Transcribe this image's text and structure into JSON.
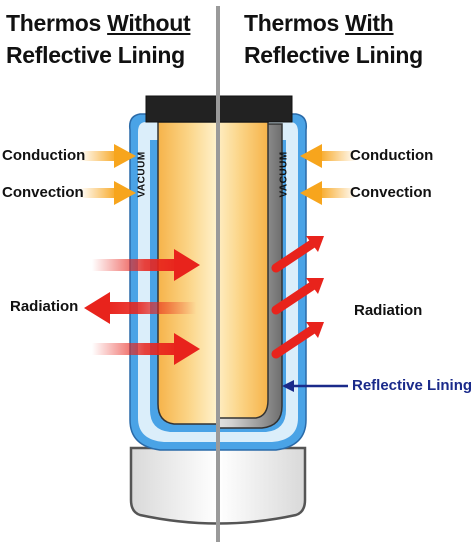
{
  "left": {
    "title_word1": "Thermos",
    "title_emphasis": "Without",
    "title_line2": "Reflective Lining",
    "conduction": "Conduction",
    "convection": "Convection",
    "radiation": "Radiation",
    "vacuum": "VACUUM"
  },
  "right": {
    "title_word1": "Thermos",
    "title_emphasis": "With",
    "title_line2": "Reflective Lining",
    "conduction": "Conduction",
    "convection": "Convection",
    "radiation": "Radiation",
    "reflective_lining": "Reflective Lining",
    "vacuum": "VACUUM"
  },
  "colors": {
    "conduction_convection_arrow": "#f7a51d",
    "radiation_arrow": "#e8231c",
    "wall_blue": "#4aa3e6",
    "pointer_navy": "#1a2a8a",
    "cap": "#222222"
  }
}
